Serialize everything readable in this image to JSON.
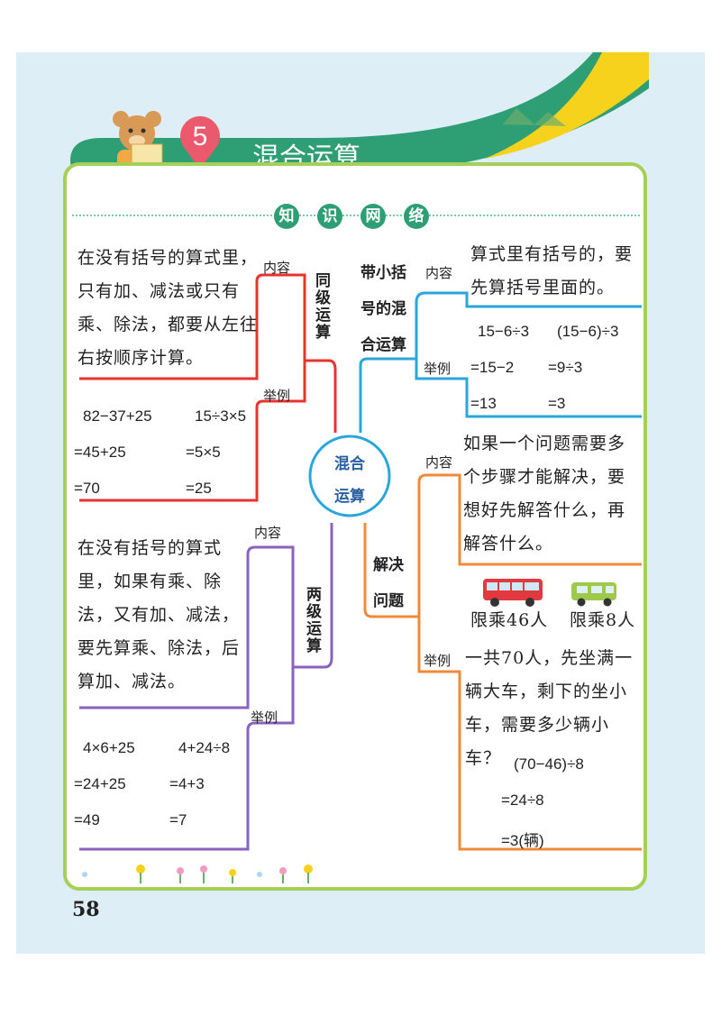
{
  "header": {
    "chapter_number": "5",
    "title": "混合运算"
  },
  "section_heading": [
    "知",
    "识",
    "网",
    "络"
  ],
  "center_node": [
    "混合",
    "运算"
  ],
  "same_level": {
    "node": "同级运算",
    "content_tag": "内容",
    "content_text": "在没有括号的算式里，只有加、减法或只有乘、除法，都要从左往右按顺序计算。",
    "example_tag": "举例",
    "ex1": [
      "82−37+25",
      "=45+25",
      "=70"
    ],
    "ex2": [
      "15÷3×5",
      "=5×5",
      "=25"
    ]
  },
  "two_level": {
    "node": "两级运算",
    "content_tag": "内容",
    "content_text": "在没有括号的算式里，如果有乘、除法，又有加、减法，要先算乘、除法，后算加、减法。",
    "example_tag": "举例",
    "ex1": [
      "4×6+25",
      "=24+25",
      "=49"
    ],
    "ex2": [
      "4+24÷8",
      "=4+3",
      "=7"
    ]
  },
  "bracket": {
    "node": [
      "带小括",
      "号的混",
      "合运算"
    ],
    "content_tag": "内容",
    "content_text": "算式里有括号的，要先算括号里面的。",
    "example_tag": "举例",
    "ex1": [
      "15−6÷3",
      "=15−2",
      "=13"
    ],
    "ex2": [
      "(15−6)÷3",
      "=9÷3",
      "=3"
    ]
  },
  "problem": {
    "node": [
      "解决",
      "问题"
    ],
    "content_tag": "内容",
    "content_text": "如果一个问题需要多个步骤才能解决，要想好先解答什么，再解答什么。",
    "bus_label": "限乘46人",
    "van_label": "限乘8人",
    "example_tag": "举例",
    "question": "一共70人，先坐满一辆大车，剩下的坐小车，需要多少辆小车？",
    "solution": [
      "(70−46)÷8",
      "=24÷8",
      "=3(辆)"
    ]
  },
  "page_number": "58",
  "colors": {
    "red": "#e8332e",
    "purple": "#8a62c0",
    "blue": "#2ba6dd",
    "orange": "#f08a38",
    "green": "#2e9e74",
    "lime": "#a6cf57",
    "yellow": "#f6d21d"
  }
}
